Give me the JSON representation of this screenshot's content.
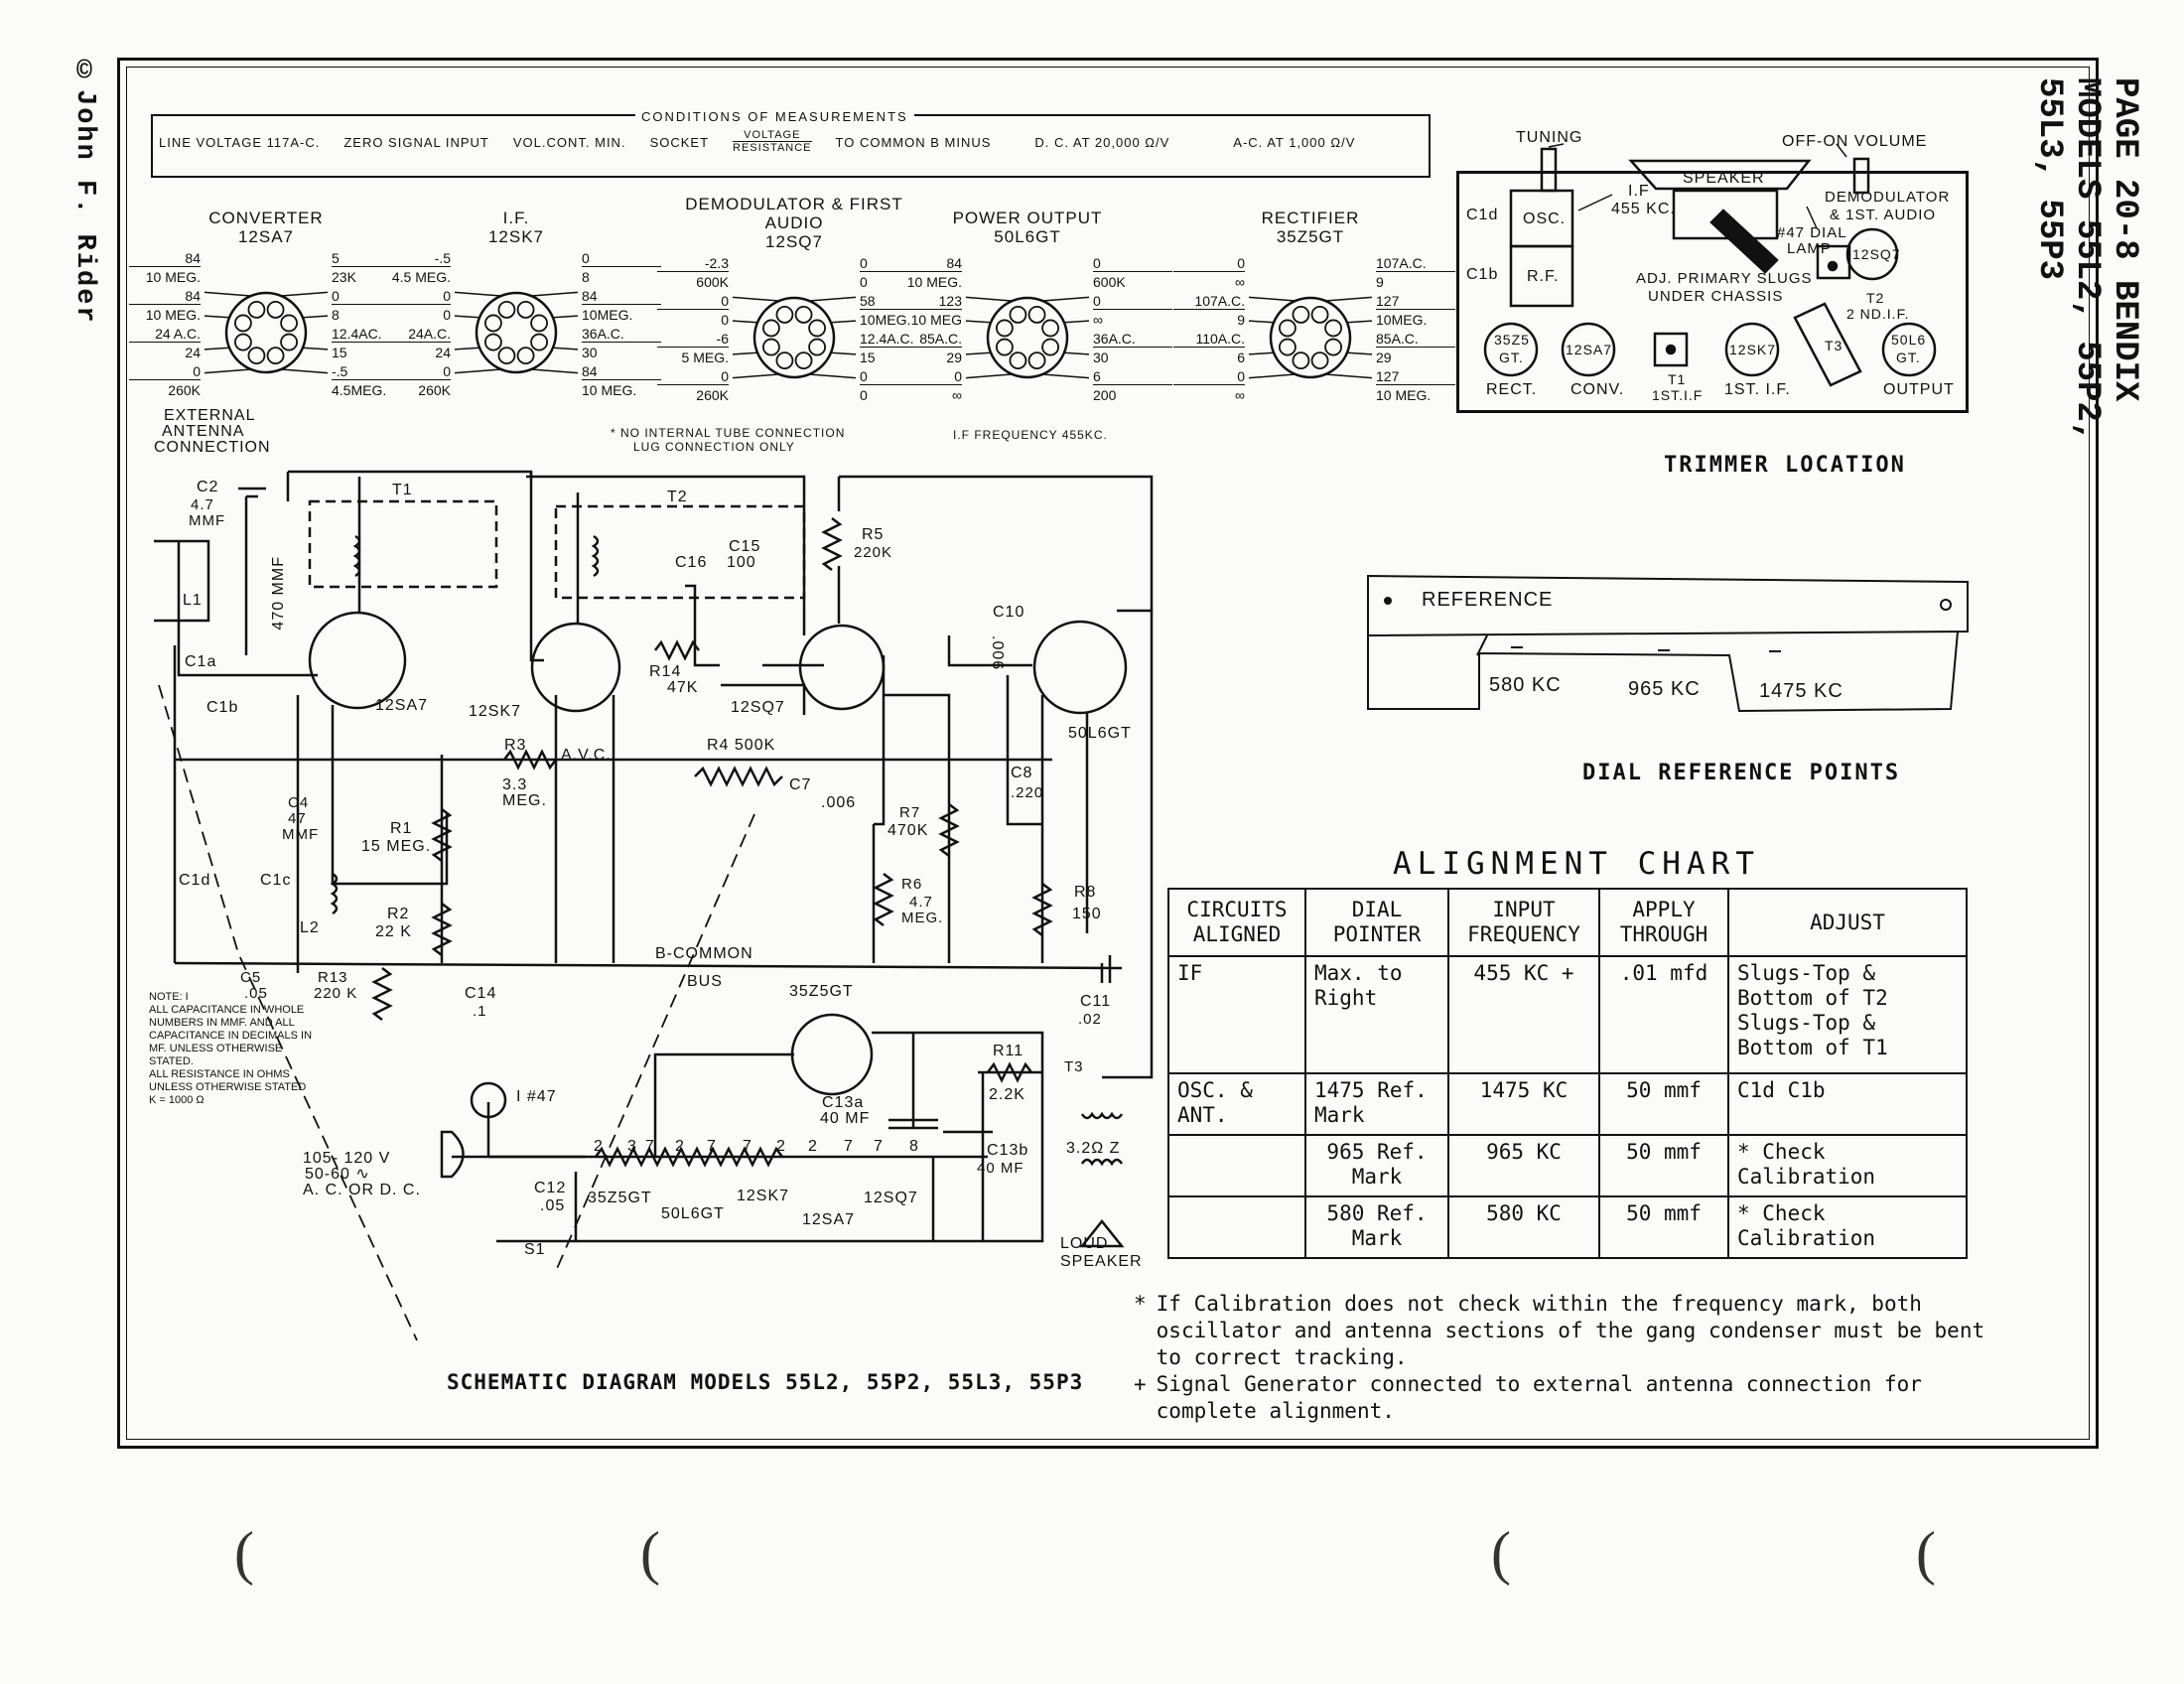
{
  "copyright": "©John F. Rider",
  "page_header": [
    "PAGE 20-8 BENDIX",
    "MODELS 55L2, 55P2,",
    "55L3, 55P3"
  ],
  "conditions": {
    "title": "CONDITIONS OF MEASUREMENTS",
    "items": [
      "LINE VOLTAGE 117A-C.",
      "ZERO SIGNAL INPUT",
      "VOL.CONT. MIN.",
      "SOCKET",
      "VOLTAGE",
      "RESISTANCE",
      "TO COMMON B MINUS",
      "D. C. AT 20,000 Ω/V",
      "A-C. AT 1,000 Ω/V"
    ]
  },
  "tubes": [
    {
      "title": "CONVERTER",
      "type": "12SA7",
      "values": [
        "84",
        "10 MEG.",
        "84",
        "10 MEG.",
        "24 A.C.",
        "24",
        "0",
        "260K",
        "5",
        "23K",
        "0",
        "8",
        "12.4AC.",
        "15",
        "-.5",
        "4.5MEG."
      ]
    },
    {
      "title": "I.F.",
      "type": "12SK7",
      "values": [
        "-.5",
        "4.5 MEG.",
        "0",
        "0",
        "24A.C.",
        "24",
        "0",
        "260K",
        "0",
        "8",
        "84",
        "10MEG.",
        "36A.C.",
        "30",
        "84",
        "10 MEG."
      ]
    },
    {
      "title": "DEMODULATOR & FIRST AUDIO",
      "type": "12SQ7",
      "values": [
        "-2.3",
        "600K",
        "0",
        "0",
        "-6",
        "5 MEG.",
        "0",
        "260K",
        "0",
        "0",
        "58",
        "10MEG.",
        "12.4A.C.",
        "15",
        "0",
        "0"
      ]
    },
    {
      "title": "POWER OUTPUT",
      "type": "50L6GT",
      "values": [
        "84",
        "10 MEG.",
        "123",
        "10 MEG",
        "85A.C.",
        "29",
        "0",
        "∞",
        "0",
        "600K",
        "0",
        "∞",
        "36A.C.",
        "30",
        "6",
        "200"
      ]
    },
    {
      "title": "RECTIFIER",
      "type": "35Z5GT",
      "values": [
        "0",
        "∞",
        "107A.C.",
        "9",
        "110A.C.",
        "6",
        "0",
        "∞",
        "107A.C.",
        "9",
        "127",
        "10MEG.",
        "85A.C.",
        "29",
        "127",
        "10 MEG."
      ]
    }
  ],
  "tube_notes": [
    "* NO INTERNAL TUBE CONNECTION",
    "LUG CONNECTION ONLY",
    "I.F FREQUENCY 455KC."
  ],
  "trimmer": {
    "labels": [
      "TUNING",
      "OFF-ON VOLUME",
      "SPEAKER",
      "I.F",
      "455 KC.",
      "OSC.",
      "R.F.",
      "C1d",
      "C1b",
      "DEMODULATOR",
      "& 1ST. AUDIO",
      "#47 DIAL",
      "LAMP",
      "ADJ. PRIMARY SLUGS",
      "UNDER CHASSIS",
      "T2",
      "2 ND.I.F.",
      "12SQ7",
      "35Z5",
      "GT.",
      "12SA7",
      "12SK7",
      "50L6",
      "GT.",
      "T1",
      "1ST.I.F",
      "T3",
      "RECT.",
      "CONV.",
      "1ST. I.F.",
      "OUTPUT"
    ],
    "title": "TRIMMER LOCATION"
  },
  "dial": {
    "reference": "REFERENCE",
    "marks": [
      "580 KC",
      "965 KC",
      "1475 KC"
    ],
    "title": "DIAL REFERENCE POINTS"
  },
  "alignment": {
    "title": "ALIGNMENT CHART",
    "headers": [
      "CIRCUITS ALIGNED",
      "DIAL POINTER",
      "INPUT FREQUENCY",
      "APPLY THROUGH",
      "ADJUST"
    ],
    "rows": [
      [
        "IF",
        "Max. to Right",
        "455 KC +",
        ".01 mfd",
        "Slugs-Top & Bottom of T2 Slugs-Top & Bottom of T1"
      ],
      [
        "OSC. & ANT.",
        "1475 Ref. Mark",
        "1475 KC",
        "50 mmf",
        "C1d C1b"
      ],
      [
        "",
        "965 Ref. Mark",
        "965 KC",
        "50 mmf",
        "* Check Calibration"
      ],
      [
        "",
        "580 Ref. Mark",
        "580 KC",
        "50 mmf",
        "* Check Calibration"
      ]
    ]
  },
  "notes": [
    {
      "mark": "*",
      "text": "If Calibration does not check within the frequency mark, both oscillator and antenna sections of the gang condenser must be bent to correct tracking."
    },
    {
      "mark": "+",
      "text": "Signal Generator connected to external antenna connection for complete alignment."
    }
  ],
  "schematic": {
    "caption": "SCHEMATIC DIAGRAM MODELS 55L2, 55P2, 55L3, 55P3",
    "labels": [
      "EXTERNAL",
      "ANTENNA",
      "CONNECTION",
      "C2",
      "4.7",
      "MMF",
      "T1",
      "470 MMF",
      "L1",
      "C1a",
      "C1b",
      "12SA7",
      "C4",
      "47",
      "MMF",
      "C1d",
      "C1c",
      "L2",
      "R1",
      "15 MEG.",
      "R2",
      "22 K",
      "C5",
      ".05",
      "R13",
      "220 K",
      "C14",
      ".1",
      "12SK7",
      "R3",
      "3.3",
      "MEG.",
      "A.V.C.",
      "T2",
      "C16",
      "C15",
      "100",
      "R14",
      "47K",
      "12SQ7",
      "R4 500K",
      "C7",
      ".006",
      "R5",
      "220K",
      "R7",
      "470K",
      "R6",
      "4.7",
      "MEG.",
      "C10",
      ".006",
      "50L6GT",
      "C8",
      ".220",
      "R8",
      "150",
      "B-COMMON",
      "BUS",
      "C11",
      ".02",
      "35Z5GT",
      "I #47",
      "R11",
      "2.2K",
      "T3",
      "3.2Ω Z",
      "C13a",
      "40 MF",
      "C13b",
      "40 MF",
      "105- 120 V",
      "50-60 ∿",
      "A. C. OR D. C.",
      "C12",
      ".05",
      "S1",
      "35Z5GT",
      "50L6GT",
      "12SK7",
      "12SA7",
      "12SQ7",
      "LOUD",
      "SPEAKER"
    ],
    "heater_pins": [
      "2",
      "3",
      "7",
      "2",
      "7",
      "7",
      "2",
      "2",
      "7",
      "7",
      "8"
    ],
    "note": [
      "NOTE: I",
      "ALL CAPACITANCE IN WHOLE",
      "NUMBERS IN MMF. AND ALL",
      "CAPACITANCE IN DECIMALS IN",
      "MF. UNLESS OTHERWISE",
      "STATED.",
      "ALL RESISTANCE IN OHMS",
      "UNLESS OTHERWISE STATED",
      "K = 1000 Ω"
    ]
  }
}
